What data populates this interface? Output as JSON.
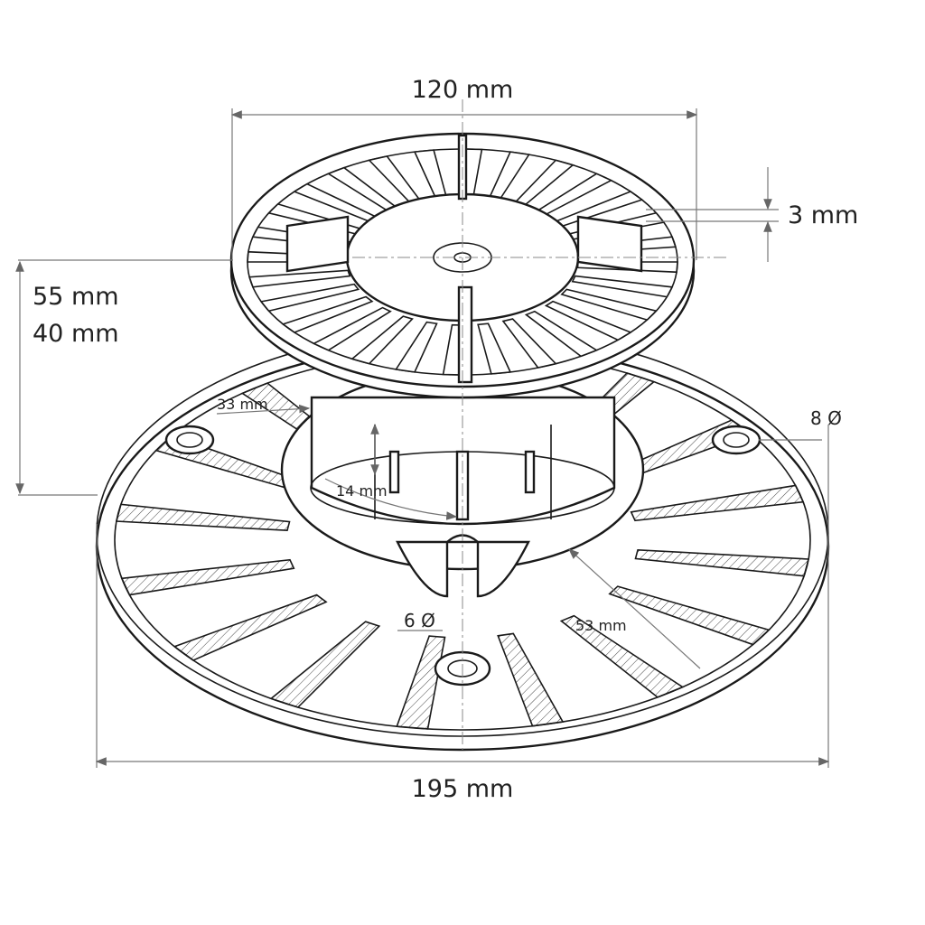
{
  "dimensions": {
    "top_width": "120 mm",
    "top_thickness": "3 mm",
    "height_max": "55 mm",
    "height_min": "40 mm",
    "inner_33": "33 mm",
    "hole_large": "8 Ø",
    "inner_14": "14 mm",
    "hole_small": "6 Ø",
    "rib_length": "53 mm",
    "base_width": "195 mm"
  }
}
